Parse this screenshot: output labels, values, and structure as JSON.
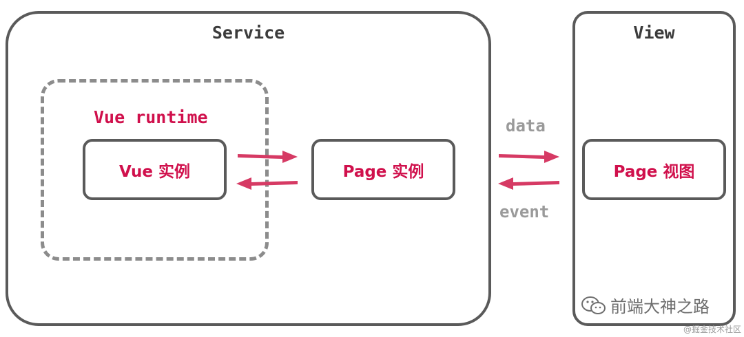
{
  "diagram": {
    "service": {
      "title": "Service"
    },
    "view": {
      "title": "View"
    },
    "runtime": {
      "label": "Vue runtime"
    },
    "nodes": {
      "vue_instance": "Vue 实例",
      "page_instance": "Page 实例",
      "page_view": "Page 视图"
    },
    "edges": {
      "data": "data",
      "event": "event"
    }
  },
  "watermark": {
    "channel": "前端大神之路",
    "credit": "@掘金技术社区",
    "icon": "wechat-icon"
  },
  "colors": {
    "accent": "#d0104c",
    "arrow": "#d63a64",
    "border": "#5a5a5a",
    "dashed": "#8c8c8c",
    "muted_text": "#9a9a9a"
  }
}
